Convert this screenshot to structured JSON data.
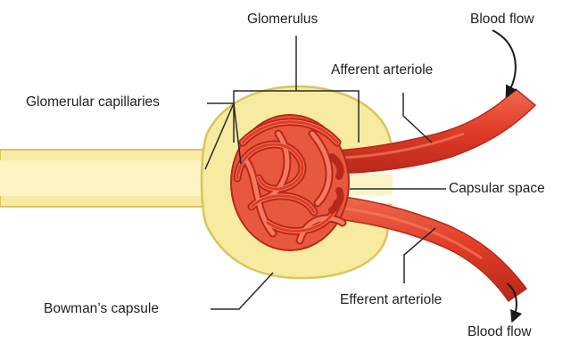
{
  "labels": {
    "glomerulus": "Glomerulus",
    "blood_flow_in": "Blood flow",
    "afferent_arteriole": "Afferent arteriole",
    "glomerular_capillaries": "Glomerular capillaries",
    "capsular_space": "Capsular space",
    "bowmans_capsule": "Bowman’s capsule",
    "efferent_arteriole": "Efferent arteriole",
    "blood_flow_out": "Blood flow"
  },
  "colors": {
    "capsule_fill": "#f6eba0",
    "capsule_stroke": "#d9c45e",
    "vessel": "#e03b26",
    "vessel_dark": "#b8281a",
    "vessel_highlight": "#f47a5f",
    "leader_line": "#2a2a2a"
  }
}
